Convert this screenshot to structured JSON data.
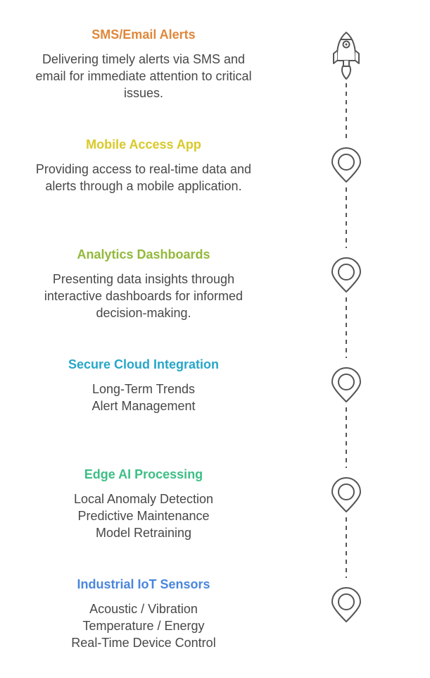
{
  "steps": [
    {
      "title": "SMS/Email Alerts",
      "color": "#e0873a",
      "icon": "rocket-icon",
      "lines": [
        "Delivering timely alerts via SMS and",
        "email for immediate attention to critical",
        "issues."
      ]
    },
    {
      "title": "Mobile Access App",
      "color": "#d9c929",
      "icon": "map-pin-icon",
      "lines": [
        "Providing access to real-time data and",
        "alerts through a mobile application."
      ]
    },
    {
      "title": "Analytics Dashboards",
      "color": "#93b93a",
      "icon": "map-pin-icon",
      "lines": [
        "Presenting data insights through",
        "interactive dashboards for informed",
        "decision-making."
      ]
    },
    {
      "title": "Secure Cloud Integration",
      "color": "#27a6c9",
      "icon": "map-pin-icon",
      "lines": [
        "Long-Term Trends",
        "Alert Management"
      ]
    },
    {
      "title": "Edge AI Processing",
      "color": "#3cbf85",
      "icon": "map-pin-icon",
      "lines": [
        "Local Anomaly Detection",
        "Predictive Maintenance",
        "Model Retraining"
      ]
    },
    {
      "title": "Industrial IoT Sensors",
      "color": "#4a86dc",
      "icon": "map-pin-icon",
      "lines": [
        "Acoustic / Vibration",
        "Temperature / Energy",
        "Real-Time Device Control"
      ]
    }
  ],
  "colors": {
    "icon_stroke": "#555555",
    "dash_line": "#555555",
    "text": "#484848"
  }
}
